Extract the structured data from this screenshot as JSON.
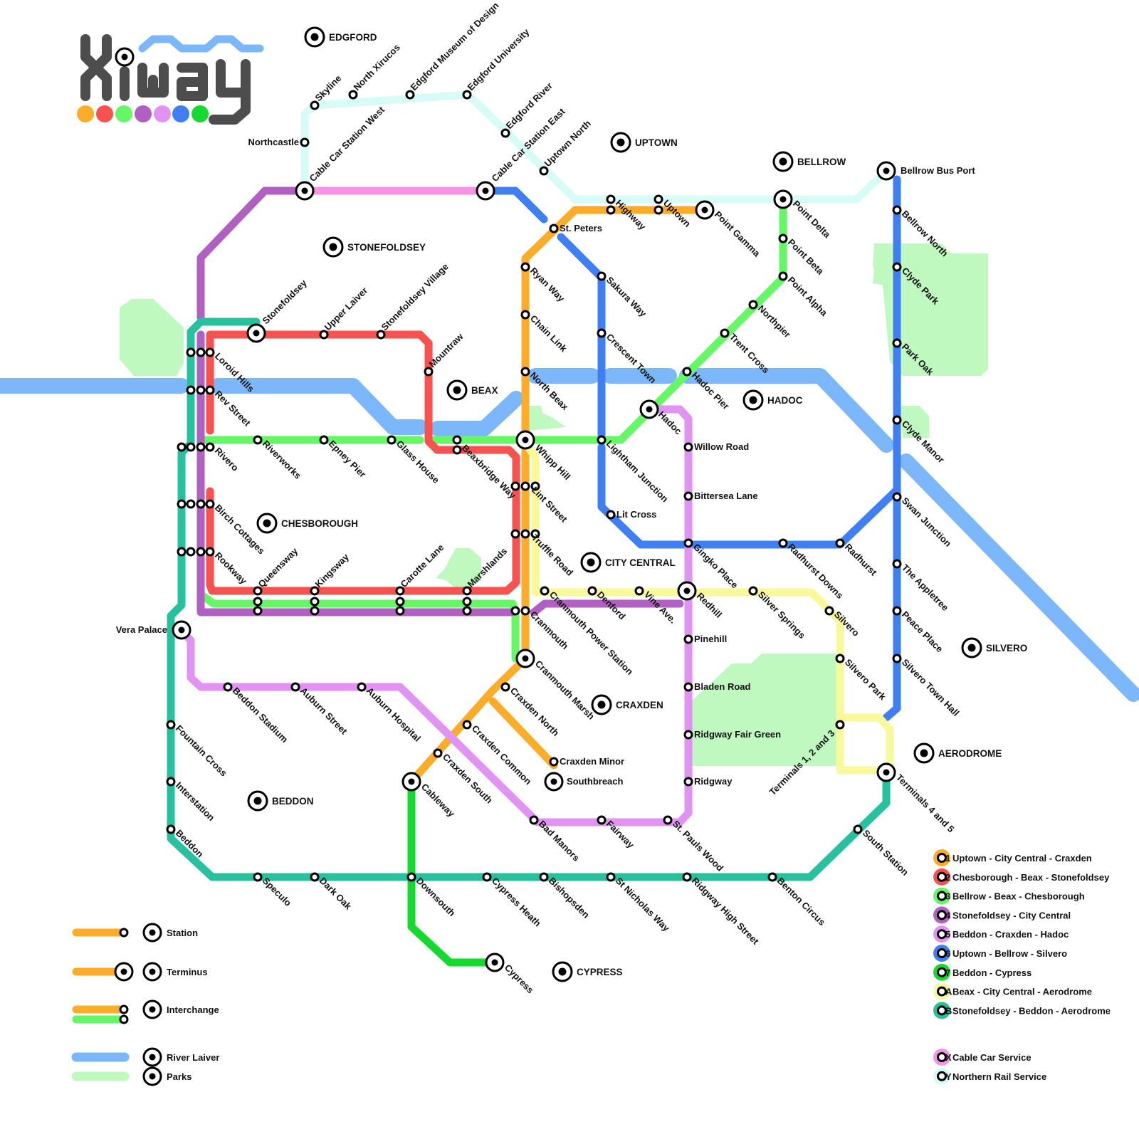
{
  "logo": {
    "text": "Xiway"
  },
  "colors": {
    "line1": "#fbad2a",
    "line2": "#f7524f",
    "line3": "#65f766",
    "line4": "#b060c0",
    "line5": "#e193f4",
    "line6": "#3f7ff1",
    "line7": "#16d92f",
    "lineA": "#f7f99b",
    "lineB": "#27c29d",
    "lineX": "#f793e7",
    "lineY": "#d7fbf6",
    "river": "#7db7fb",
    "park": "#c0f9c0"
  },
  "districts": {
    "edgford": "EDGFORD",
    "uptown": "UPTOWN",
    "bellrow": "BELLROW",
    "stonefoldsey": "STONEFOLDSEY",
    "beax": "BEAX",
    "hadoc": "HADOC",
    "chesborough": "CHESBOROUGH",
    "city_central": "CITY CENTRAL",
    "craxden": "CRAXDEN",
    "silvero": "SILVERO",
    "aerodrome": "AERODROME",
    "beddon": "BEDDON",
    "cypress": "CYPRESS"
  },
  "stations": {
    "northcastle": "Northcastle",
    "skyline": "Skyline",
    "north_xirucos": "North Xirucos",
    "edgford_museum": "Edgford Museum of Design",
    "edgford_university": "Edgford University",
    "edgford_river": "Edgford River",
    "cable_car_west": "Cable Car Station West",
    "cable_car_east": "Cable Car Station East",
    "uptown_north": "Uptown North",
    "bellrow_bus_port": "Bellrow Bus Port",
    "st_peters": "St. Peters",
    "highway": "Highway",
    "uptown": "Uptown",
    "point_gamma": "Point Gamma",
    "point_delta": "Point Delta",
    "point_beta": "Point Beta",
    "point_alpha": "Point Alpha",
    "northpier": "Northpier",
    "trent_cross": "Trent Cross",
    "hadoc_pier": "Hadoc Pier",
    "hadoc": "Hadoc",
    "bellrow_north": "Bellrow North",
    "clyde_park": "Clyde Park",
    "park_oak": "Park Oak",
    "clyde_manor": "Clyde Manor",
    "swan_junction": "Swan Junction",
    "the_appletree": "The Appletree",
    "peace_place": "Peace Place",
    "silvero_town_hall": "Silvero Town Hall",
    "stonefoldsey": "Stonefoldsey",
    "upper_laiver": "Upper Laiver",
    "stonefoldsey_village": "Stonefoldsey Village",
    "mountraw": "Mountraw",
    "ryan_way": "Ryan Way",
    "chain_link": "Chain Link",
    "north_beax": "North Beax",
    "whipp_hill": "Whipp Hill",
    "lint_street": "Lint Street",
    "truffle_road": "Truffle Road",
    "sakura_way": "Sakura Way",
    "crescent_town": "Crescent Town",
    "lightham_junction": "Lightham Junction",
    "lit_cross": "Lit Cross",
    "willow_road": "Willow Road",
    "bittersea_lane": "Bittersea Lane",
    "gingko_place": "Gingko Place",
    "radhurst_downs": "Radhurst Downs",
    "radhurst": "Radhurst",
    "loroid_hills": "Loroid Hills",
    "rev_street": "Rev Street",
    "rivero": "Rivero",
    "birch_cottages": "Birch Cottages",
    "rookway": "Rookway",
    "riverworks": "Riverworks",
    "epney_pier": "Epney Pier",
    "glass_house": "Glass House",
    "beaxbridge_way": "Beaxbridge Way",
    "queensway": "Queensway",
    "kingsway": "Kingsway",
    "carotte_lane": "Carotte Lane",
    "marshlands": "Marshlands",
    "cranmouth": "Cranmouth",
    "cranmouth_power_station": "Cranmouth Power Station",
    "denford": "Denford",
    "vine_ave": "Vine Ave.",
    "redhill": "Redhill",
    "silver_springs": "Silver Springs",
    "silvero": "Silvero",
    "silvero_park": "Silvero Park",
    "terminals_123": "Terminals 1, 2 and 3",
    "terminals_45": "Terminals 4 and 5",
    "pinehill": "Pinehill",
    "bladen_road": "Bladen Road",
    "ridgway_fair_green": "Ridgway Fair Green",
    "ridgway": "Ridgway",
    "cranmouth_marsh": "Cranmouth Marsh",
    "craxden_north": "Craxden North",
    "craxden_common": "Craxden Common",
    "craxden_south": "Craxden South",
    "craxden_minor": "Craxden Minor",
    "southbreach": "Southbreach",
    "cableway": "Cableway",
    "vera_palace": "Vera Palace",
    "beddon_stadium": "Beddon Stadium",
    "auburn_street": "Auburn Street",
    "auburn_hospital": "Auburn Hospital",
    "bad_manors": "Bad Manors",
    "fairway": "Fairway",
    "st_pauls_wood": "St. Pauls Wood",
    "fountain_cross": "Fountain Cross",
    "interstation": "Interstation",
    "beddon": "Beddon",
    "speculo": "Speculo",
    "dark_oak": "Dark Oak",
    "downsouth": "Downsouth",
    "cypress_heath": "Cypress Heath",
    "bishopsden": "Bishopsden",
    "st_nicholas_way": "St Nicholas Way",
    "ridgway_high_street": "Ridgway High Street",
    "benton_circus": "Benton Circus",
    "south_station": "South Station",
    "cypress": "Cypress"
  },
  "key": {
    "station": "Station",
    "terminus": "Terminus",
    "interchange": "Interchange",
    "river": "River Laiver",
    "parks": "Parks"
  },
  "lines_legend": [
    {
      "id": "1",
      "name": "Uptown - City Central - Craxden",
      "color": "#fbad2a"
    },
    {
      "id": "2",
      "name": "Chesborough - Beax - Stonefoldsey",
      "color": "#f7524f"
    },
    {
      "id": "3",
      "name": "Bellrow - Beax - Chesborough",
      "color": "#65f766"
    },
    {
      "id": "4",
      "name": "Stonefoldsey - City Central",
      "color": "#b060c0"
    },
    {
      "id": "5",
      "name": "Beddon - Craxden - Hadoc",
      "color": "#e193f4"
    },
    {
      "id": "6",
      "name": "Uptown - Bellrow - Silvero",
      "color": "#3f7ff1"
    },
    {
      "id": "7",
      "name": "Beddon - Cypress",
      "color": "#16d92f"
    },
    {
      "id": "A",
      "name": "Beax - City Central - Aerodrome",
      "color": "#f7f99b"
    },
    {
      "id": "B",
      "name": "Stonefoldsey - Beddon - Aerodrome",
      "color": "#27c29d"
    }
  ],
  "services_legend": [
    {
      "id": "X",
      "name": "Cable Car Service",
      "color": "#f793e7"
    },
    {
      "id": "Y",
      "name": "Northern Rail Service",
      "color": "#d7fbf6"
    }
  ]
}
